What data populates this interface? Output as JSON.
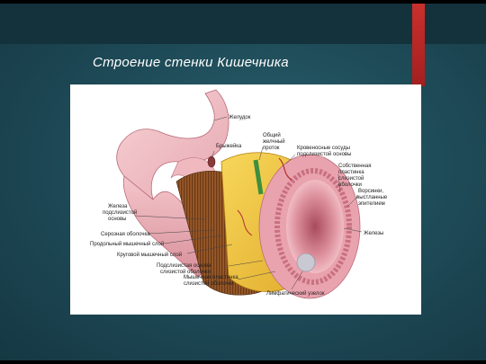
{
  "slide": {
    "title": "Строение стенки Кишечника",
    "accent_color": "#c9302c",
    "background_color": "#1f4c59"
  },
  "labels": {
    "stomach": "Желудок",
    "mesentery": "Брыжейка",
    "bile_duct_1": "Общий",
    "bile_duct_2": "желчный",
    "bile_duct_3": "проток",
    "vessels_1": "Кровеносные сосуды",
    "vessels_2": "подслизистой основы",
    "lamina_1": "Собственная",
    "lamina_2": "пластинка",
    "lamina_3": "слизистой",
    "lamina_4": "оболочки",
    "villi_1": "Ворсинки,",
    "villi_2": "выстланные",
    "villi_3": "эпителием",
    "glands_right": "Железы",
    "submucosal_glands_1": "Железа",
    "submucosal_glands_2": "подслизистой",
    "submucosal_glands_3": "основы",
    "serosa": "Серозная оболочка",
    "longitudinal": "Продольный мышечный слой",
    "circular": "Круговой мышечный слой",
    "submucosa_1": "Подслизистая основа",
    "submucosa_2": "слизистой оболочки",
    "muscularis_mucosae_1": "Мышечная пластинка",
    "muscularis_mucosae_2": "слизистой оболочки",
    "lymph_node": "Лимфатический узелок"
  }
}
